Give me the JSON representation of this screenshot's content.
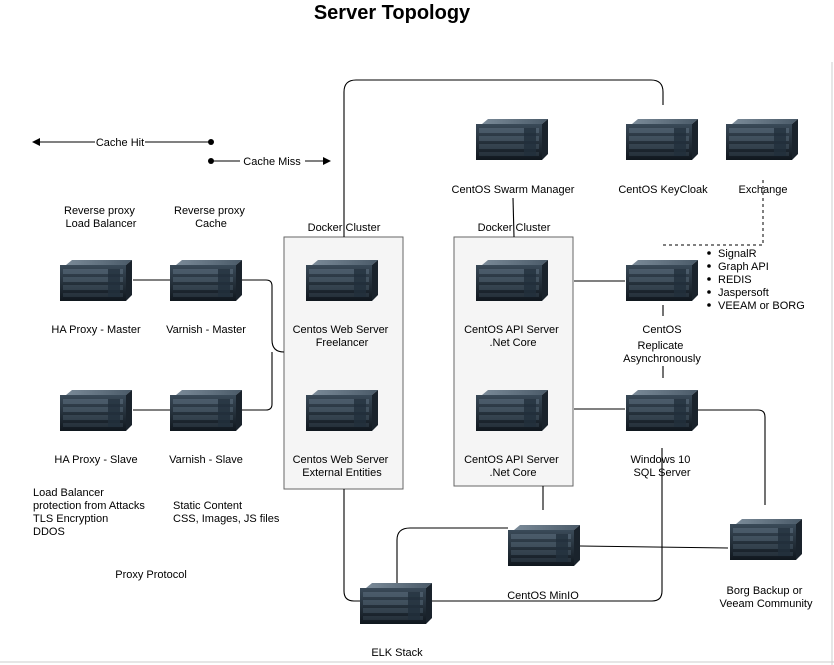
{
  "title": "Server Topology",
  "legend": {
    "cache_hit": "Cache Hit",
    "cache_miss": "Cache Miss"
  },
  "groups": {
    "reverse_proxy_lb": [
      "Reverse proxy",
      "Load Balancer"
    ],
    "reverse_proxy_cache": [
      "Reverse proxy",
      "Cache"
    ]
  },
  "clusters": {
    "web": "Docker Cluster",
    "api": "Docker Cluster"
  },
  "servers": {
    "swarm_manager": [
      "CentOS Swarm Manager"
    ],
    "keycloak": [
      "CentOS KeyCloak"
    ],
    "exchange": [
      "Exchange"
    ],
    "haproxy_master": [
      "HA Proxy - Master"
    ],
    "varnish_master": [
      "Varnish - Master"
    ],
    "web_freelancer": [
      "Centos Web Server",
      "Freelancer"
    ],
    "api_1": [
      "CentOS API Server",
      ".Net Core"
    ],
    "centos": [
      "CentOS"
    ],
    "haproxy_slave": [
      "HA Proxy - Slave"
    ],
    "varnish_slave": [
      "Varnish - Slave"
    ],
    "web_external": [
      "Centos Web Server",
      "External Entities"
    ],
    "api_2": [
      "CentOS API Server",
      ".Net Core"
    ],
    "windows_sql": [
      "Windows 10",
      "SQL Server"
    ],
    "minio": [
      "CentOS MinIO"
    ],
    "borg": [
      "Borg Backup or",
      "Veeam Community"
    ],
    "elk": [
      "ELK Stack"
    ]
  },
  "replicate": [
    "Replicate",
    "Asynchronously"
  ],
  "services": [
    "SignalR",
    "Graph API",
    "REDIS",
    "Jaspersoft",
    "VEEAM or BORG"
  ],
  "notes": {
    "lb_features": [
      "Load Balancer",
      "protection from Attacks",
      "TLS Encryption",
      "DDOS"
    ],
    "static_content": [
      "Static Content",
      "CSS, Images, JS files"
    ],
    "proxy_protocol": "Proxy Protocol"
  }
}
